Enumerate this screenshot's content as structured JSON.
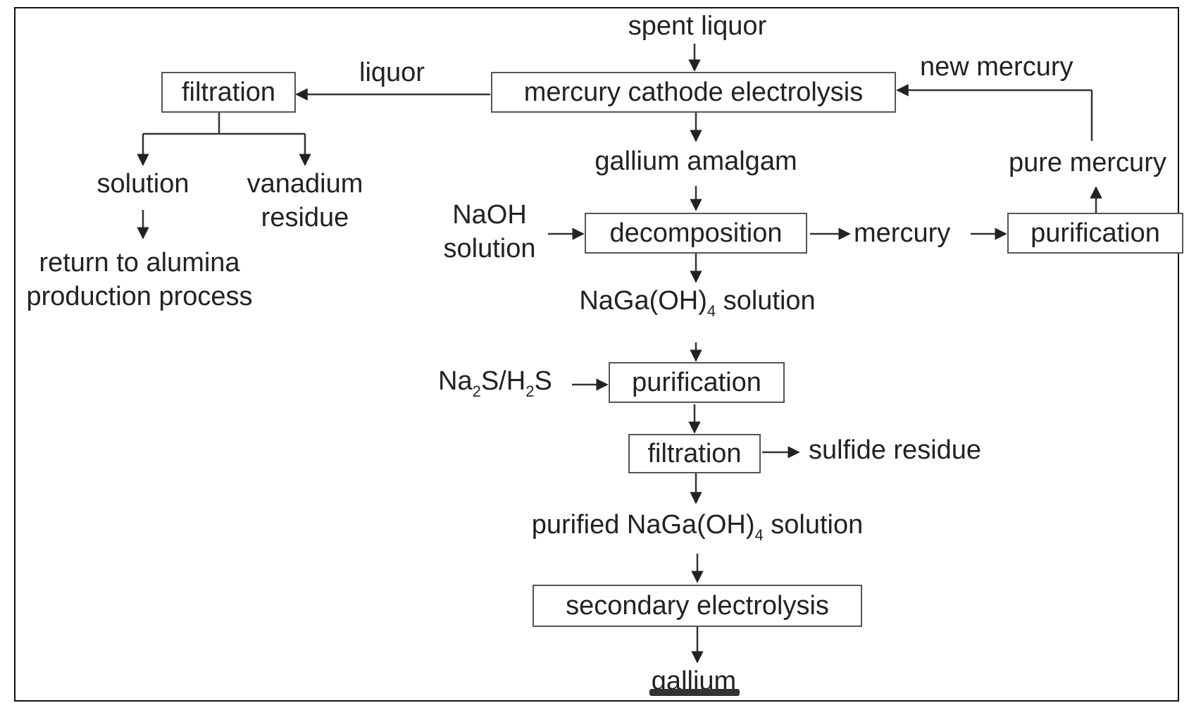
{
  "diagram": {
    "labels": {
      "spent_liquor": "spent liquor",
      "liquor": "liquor",
      "new_mercury": "new mercury",
      "gallium_amalgam": "gallium amalgam",
      "pure_mercury": "pure mercury",
      "solution": "solution",
      "vanadium_residue_1": "vanadium",
      "vanadium_residue_2": "residue",
      "return_1": "return to alumina",
      "return_2": "production process",
      "naoh_1": "NaOH",
      "naoh_2": "solution",
      "mercury": "mercury",
      "naga_pre": "NaGa(OH)",
      "naga_sub": "4",
      "naga_post": " solution",
      "na2s_a": "Na",
      "na2s_sub1": "2",
      "na2s_b": "S/H",
      "na2s_sub2": "2",
      "na2s_c": "S",
      "sulfide_residue": "sulfide residue",
      "purified_pre": "purified NaGa(OH)",
      "purified_sub": "4",
      "purified_post": " solution",
      "gallium": "gallium"
    },
    "boxes": {
      "filtration_top": "filtration",
      "mercury_cathode": "mercury cathode electrolysis",
      "decomposition": "decomposition",
      "purification_right": "purification",
      "purification_mid": "purification",
      "filtration_mid": "filtration",
      "secondary": "secondary electrolysis"
    }
  }
}
